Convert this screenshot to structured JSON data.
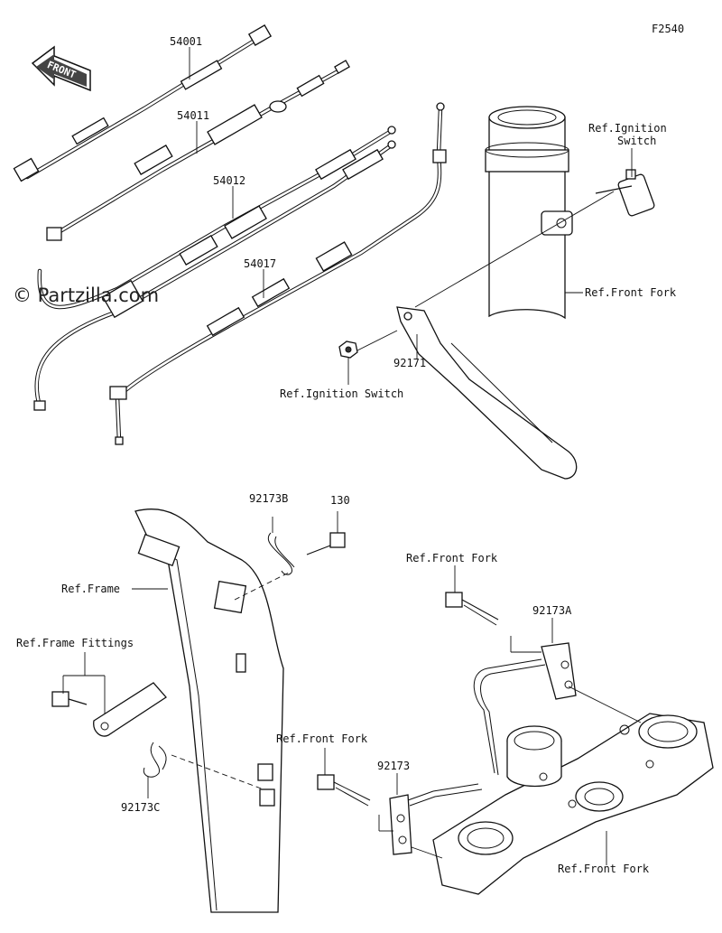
{
  "figure_code": "F2540",
  "watermark": "© Partzilla.com",
  "front_badge": "FRONT",
  "callouts": {
    "c54001": "54001",
    "c54011": "54011",
    "c54012": "54012",
    "c54017": "54017",
    "c92171": "92171",
    "c92173B": "92173B",
    "c130": "130",
    "c92173A": "92173A",
    "c92173": "92173",
    "c92173C": "92173C"
  },
  "refs": {
    "ignition_switch_top_1": "Ref.Ignition",
    "ignition_switch_top_2": "Switch",
    "front_fork_1": "Ref.Front Fork",
    "ignition_switch_nut": "Ref.Ignition Switch",
    "frame": "Ref.Frame",
    "frame_fittings": "Ref.Frame Fittings",
    "front_fork_2": "Ref.Front Fork",
    "front_fork_3": "Ref.Front Fork",
    "front_fork_4": "Ref.Front Fork"
  }
}
